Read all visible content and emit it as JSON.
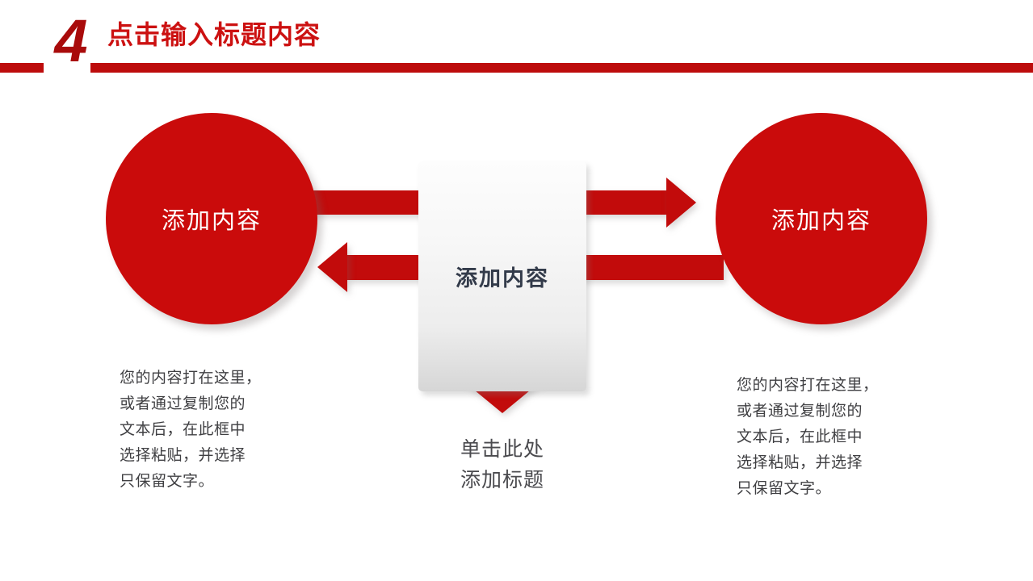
{
  "slide": {
    "background_color": "#ffffff",
    "accent_color": "#c20b0b"
  },
  "header": {
    "number": "4",
    "title": "点击输入标题内容",
    "title_color": "#cc1111",
    "rule_color": "#bd0c0c"
  },
  "diagram": {
    "type": "cycle-flow",
    "circle_left": {
      "label": "添加内容",
      "fill_color": "#ca0b0b",
      "text_color": "#ffffff"
    },
    "center_box": {
      "label": "添加内容",
      "text_color": "#333b4a"
    },
    "circle_right": {
      "label": "添加内容",
      "fill_color": "#ca0b0b",
      "text_color": "#ffffff"
    },
    "arrows": [
      {
        "name": "left-top-connector",
        "direction": "right",
        "head": false
      },
      {
        "name": "left-bottom-arrow",
        "direction": "left",
        "head": true
      },
      {
        "name": "right-top-arrow",
        "direction": "right",
        "head": true
      },
      {
        "name": "right-bottom-connector",
        "direction": "left",
        "head": false
      },
      {
        "name": "down-arrow",
        "direction": "down",
        "head": true
      }
    ]
  },
  "captions": {
    "left": "您的内容打在这里，\n或者通过复制您的\n文本后，在此框中\n选择粘贴，并选择\n只保留文字。",
    "right": "您的内容打在这里，\n或者通过复制您的\n文本后，在此框中\n选择粘贴，并选择\n只保留文字。",
    "center": "单击此处\n添加标题"
  }
}
